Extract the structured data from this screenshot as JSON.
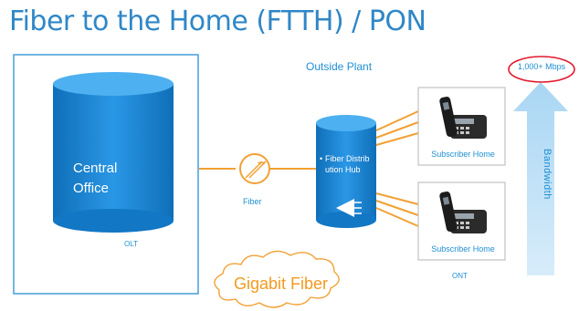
{
  "title": "Fiber to the Home (FTTH) / PON",
  "outside_plant": "Outside Plant",
  "central_office": {
    "label": "Central Office",
    "sublabel": "OLT"
  },
  "fiber_label": "Fiber",
  "hub": {
    "bullet": "•",
    "label": "Fiber Distribution Hub"
  },
  "subscribers": [
    {
      "label": "Subscriber Home"
    },
    {
      "label": "Subscriber Home"
    }
  ],
  "ont_label": "ONT",
  "bandwidth": {
    "label": "Bandwidth",
    "speed": "1,000+ Mbps"
  },
  "callout": "Gigabit Fiber",
  "colors": {
    "title": "#2f87c7",
    "accent_blue": "#1e8fd3",
    "cylinder_blue": "#1a86d6",
    "fiber_orange": "#f2a134",
    "arrow_blue": "#bfe0f6",
    "speed_ring": "#e2192c"
  }
}
